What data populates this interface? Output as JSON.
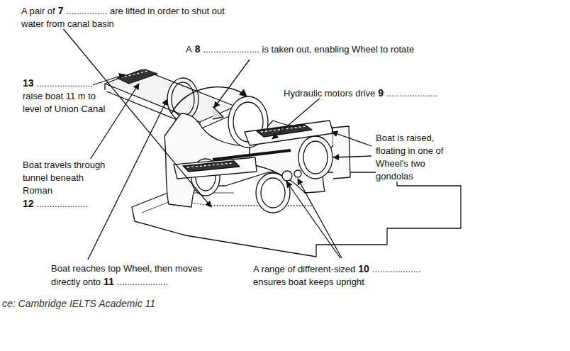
{
  "diagram": {
    "caption": "ce: Cambridge IELTS Academic 11",
    "labels": [
      "A pair of",
      "7",
      "................ are lifted in order to shut out water from canal basin",
      "A",
      "8",
      "...................... is taken out, enabling Wheel to rotate",
      "13",
      "......................",
      "raise boat 11 m to level of Union Canal",
      "Hydraulic motors drive",
      "9",
      "....................",
      "Boat is raised, floating in one of Wheel's two gondolas",
      "Boat travels through tunnel beneath Roman",
      "12",
      "....................",
      "Boat reaches top Wheel, then moves directly onto",
      "11",
      "....................",
      "A range of different-sized",
      "10",
      "...................",
      "ensures boat keeps upright"
    ]
  }
}
